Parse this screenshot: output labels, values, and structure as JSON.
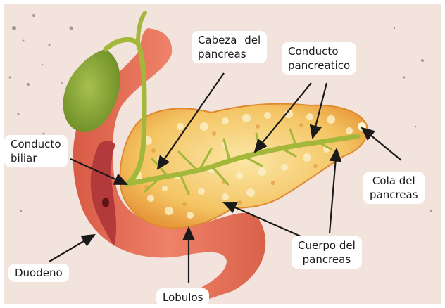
{
  "labels": {
    "cabeza": "Cabeza del\npancreas",
    "conducto_pancreatico": "Conducto\npancreatico",
    "conducto_biliar": "Conducto\nbiliar",
    "cola": "Cola del\npancreas",
    "cuerpo": "Cuerpo del\npancreas",
    "duodeno": "Duodeno",
    "lobulos": "Lobulos"
  },
  "colors": {
    "background": "#f2e3dd",
    "duodenum": "#e8735a",
    "duodenum_inner": "#b33a3a",
    "pancreas": "#f5c56a",
    "pancreas_lobule": "#fae8a8",
    "gallbladder": "#8aa83a",
    "duct": "#a3b83a",
    "arrow": "#1a1a1a"
  }
}
